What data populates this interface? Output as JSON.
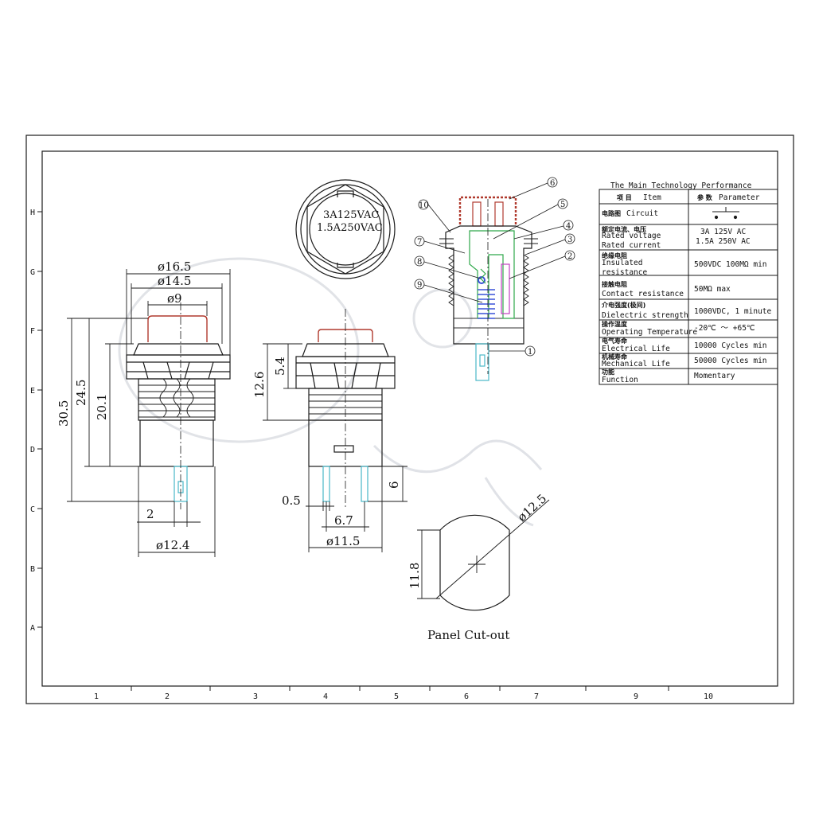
{
  "grid": {
    "rows": [
      "H",
      "G",
      "F",
      "E",
      "D",
      "C",
      "B",
      "A"
    ],
    "cols": [
      "1",
      "2",
      "3",
      "4",
      "5",
      "6",
      "7",
      "9",
      "10"
    ]
  },
  "front_view": {
    "dims": {
      "d16_5": "ø16.5",
      "d14_5": "ø14.5",
      "d9": "ø9",
      "h30_5": "30.5",
      "h24_5": "24.5",
      "h20_1": "20.1",
      "w2": "2",
      "d12_4": "ø12.4"
    }
  },
  "top_view": {
    "line1": "3A125VAC",
    "line2": "1.5A250VAC"
  },
  "side_view": {
    "dims": {
      "h12_6": "12.6",
      "h5_4": "5.4",
      "h6": "6",
      "w0_5": "0.5",
      "w6_7": "6.7",
      "d11_5": "ø11.5"
    }
  },
  "section_view": {
    "callouts": [
      "1",
      "2",
      "3",
      "4",
      "5",
      "6",
      "7",
      "8",
      "9",
      "10"
    ]
  },
  "panel_cutout": {
    "label": "Panel Cut-out",
    "d12_5": "ø12.5",
    "h11_8": "11.8"
  },
  "spec_table": {
    "title": "The Main Technology Performance",
    "header": {
      "item_cn": "项 目",
      "item_en": "Item",
      "param_cn": "参 数",
      "param_en": "Parameter"
    },
    "rows": [
      {
        "cn": "电路图",
        "en": "Circuit",
        "value": ""
      },
      {
        "cn": "额定电流、电压",
        "en": "Rated voltage\nRated current",
        "en1": "Rated voltage",
        "en2": "Rated current",
        "value1": "3A 125V AC",
        "value2": "1.5A 250V AC"
      },
      {
        "cn": "绝缘电阻",
        "en1": "Insulated",
        "en2": "resistance",
        "value": "500VDC 100MΩ min"
      },
      {
        "cn": "接触电阻",
        "en": "Contact resistance",
        "value": "50MΩ max"
      },
      {
        "cn": "介电强度(极间)",
        "en": "Dielectric strength",
        "value": "1000VDC, 1 minute"
      },
      {
        "cn": "操作温度",
        "en": "Operating Temperature",
        "value": "-20℃ ～ +65℃"
      },
      {
        "cn": "电气寿命",
        "en": "Electrical Life",
        "value": "10000 Cycles min"
      },
      {
        "cn": "机械寿命",
        "en": "Mechanical Life",
        "value": "50000 Cycles min"
      },
      {
        "cn": "功能",
        "en": "Function",
        "value": "Momentary"
      }
    ]
  },
  "colors": {
    "line": "#1a1a1a",
    "cap_red": "#b03a2e",
    "pin_cyan": "#4ab8c8",
    "spring_blue": "#3a52d8",
    "housing_green": "#2ea84a",
    "contact_magenta": "#c040c0",
    "watermark": "#c8ccd4"
  }
}
